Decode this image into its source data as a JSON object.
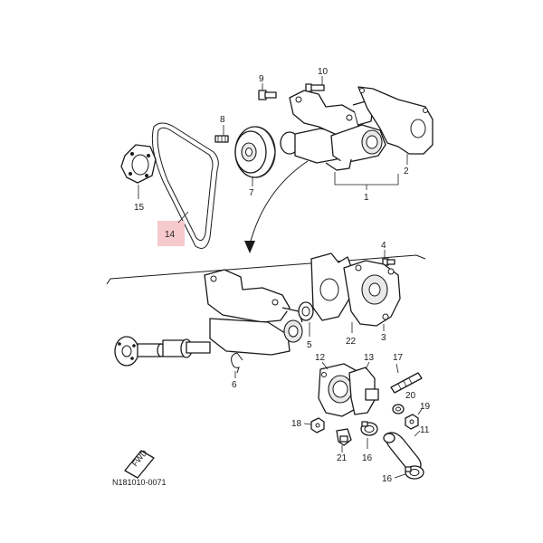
{
  "diagram": {
    "reference_code": "N181010-0071",
    "fwd_label": "FWD",
    "highlight_color": "#f6c9cc",
    "highlighted_part": "14",
    "callouts": {
      "c1": "1",
      "c2": "2",
      "c3": "3",
      "c4": "4",
      "c5": "5",
      "c6": "6",
      "c7": "7",
      "c8": "8",
      "c9": "9",
      "c10": "10",
      "c11": "11",
      "c12": "12",
      "c13": "13",
      "c14": "14",
      "c15": "15",
      "c16a": "16",
      "c16b": "16",
      "c17": "17",
      "c18": "18",
      "c19": "19",
      "c20": "20",
      "c21": "21",
      "c22": "22"
    }
  }
}
